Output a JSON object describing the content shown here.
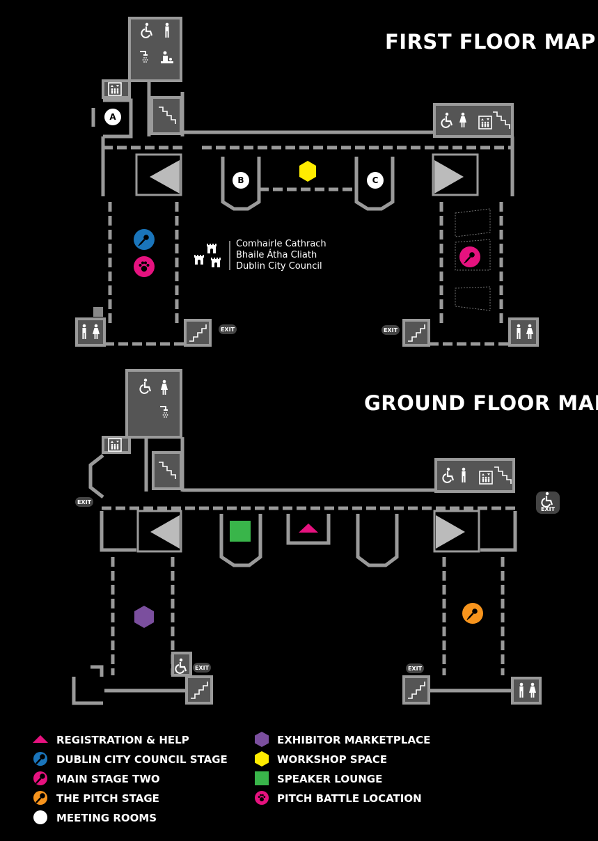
{
  "titles": {
    "first_floor": "FIRST FLOOR MAP",
    "ground_floor": "GROUND FLOOR MAP"
  },
  "rooms": {
    "a": "A",
    "b": "B",
    "c": "C"
  },
  "exit_label": "EXIT",
  "council": {
    "line1": "Comhairle Cathrach",
    "line2": "Bhaile Átha Cliath",
    "line3": "Dublin City Council"
  },
  "legend": {
    "registration": "REGISTRATION & HELP",
    "dcc_stage": "DUBLIN CITY COUNCIL STAGE",
    "main_stage_two": "MAIN STAGE TWO",
    "pitch_stage": "THE PITCH STAGE",
    "meeting_rooms": "MEETING ROOMS",
    "exhibitor": "EXHIBITOR MARKETPLACE",
    "workshop": "WORKSHOP SPACE",
    "speaker_lounge": "SPEAKER LOUNGE",
    "pitch_battle": "PITCH BATTLE LOCATION"
  },
  "colors": {
    "background": "#000000",
    "wall": "#9a9a9a",
    "facility": "#555555",
    "pink": "#e6127f",
    "blue": "#1a75bb",
    "orange": "#f7941d",
    "purple": "#7b4f9e",
    "yellow": "#ffec00",
    "green": "#39b54a",
    "white": "#ffffff"
  },
  "icons": [
    "wheelchair-icon",
    "toilet-icon",
    "shower-icon",
    "baby-change-icon",
    "lift-icon",
    "stairs-icon",
    "microphone-icon",
    "paw-icon",
    "castle-icon"
  ]
}
